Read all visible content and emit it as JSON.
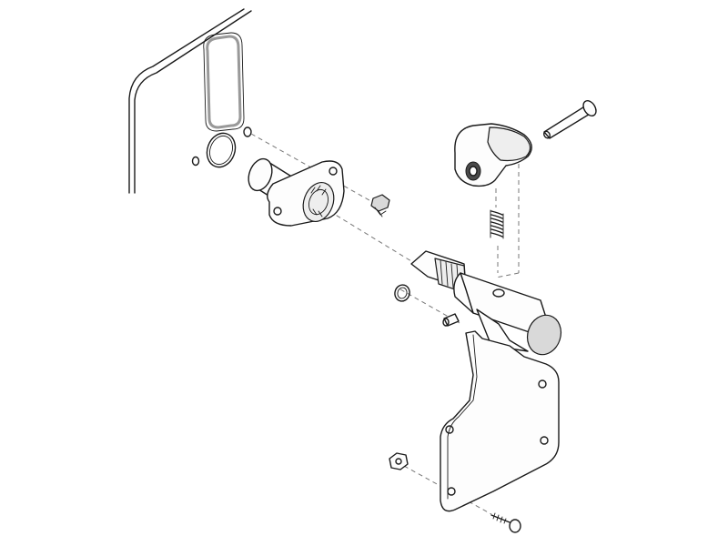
{
  "diagram": {
    "type": "exploded-parts-illustration",
    "parts": [
      "panel-outline",
      "gasket",
      "grommet-large",
      "grommet-small",
      "flanged-bushing",
      "mounting-screw",
      "splined-shaft",
      "retaining-ring",
      "roll-pin",
      "shift-lever-head",
      "compression-spring",
      "clevis-pin",
      "mounting-bracket",
      "hex-nut",
      "carriage-bolt"
    ],
    "colors": {
      "line": "#1a1a1a",
      "leader": "#777777",
      "shade": "#d9d9d9",
      "background": "#ffffff"
    }
  }
}
